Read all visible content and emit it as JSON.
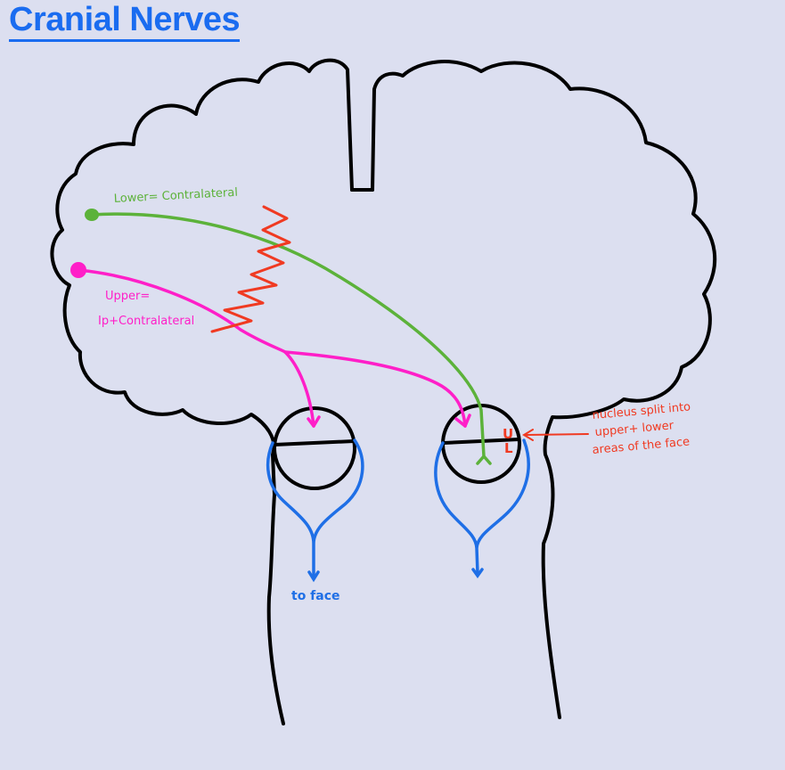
{
  "title": "Cranial Nerves",
  "labels": {
    "lower": "Lower= Contralateral",
    "upper_line1": "Upper=",
    "upper_line2": "Ip+Contralateral",
    "to_face": "to face",
    "nucleus_line1": "nucleus split into",
    "nucleus_line2": "upper+ lower",
    "nucleus_line3": "areas of the face",
    "u_mark": "U",
    "l_mark": "L"
  },
  "colors": {
    "background": "#dcdff0",
    "title": "#1a6cf0",
    "outline": "#000000",
    "lower_path": "#5cb23a",
    "upper_path": "#ff1fc8",
    "facial_nerve": "#1f6fe6",
    "lesion_zigzag": "#f03a22",
    "annotation": "#f03a22"
  }
}
